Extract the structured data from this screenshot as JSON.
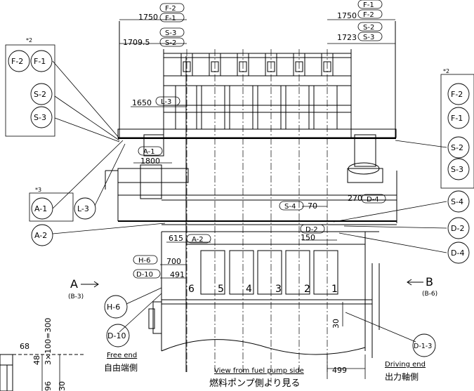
{
  "top_dims": {
    "left": {
      "d1750": "1750",
      "d1709": "1709.5",
      "d1650": "1650"
    },
    "right": {
      "d1750": "1750",
      "d1723": "1723"
    }
  },
  "tags": {
    "F1": "F-1",
    "F2": "F-2",
    "S2": "S-2",
    "S3": "S-3",
    "L3": "L-3",
    "A1": "A-1",
    "A2": "A-2",
    "S4": "S-4",
    "D2": "D-2",
    "D4": "D-4",
    "D10": "D-10",
    "H6": "H-6",
    "D13": "D-1-3"
  },
  "notes": {
    "star2": "*2",
    "star3": "*3"
  },
  "dims": {
    "d1800": "1800",
    "d70": "70",
    "d270": "270",
    "d150": "150",
    "d615": "615",
    "d700": "700",
    "d491": "491",
    "d30": "30",
    "d499": "499",
    "d68": "68",
    "d48": "48",
    "d3x100": "3×100=300",
    "d96": "96",
    "d30b": "30"
  },
  "cylinders": [
    "6",
    "5",
    "4",
    "3",
    "2",
    "1"
  ],
  "view_arrows": {
    "a": {
      "letter": "A",
      "ref": "(B-3)"
    },
    "b": {
      "letter": "B",
      "ref": "(B-6)"
    }
  },
  "captions": {
    "free_end_en": "Free end",
    "free_end_jp": "自由端側",
    "view_en": "View from fuel pump side",
    "view_jp": "燃料ポンプ側より見る",
    "driving_en": "Driving end",
    "driving_jp": "出力軸側"
  }
}
